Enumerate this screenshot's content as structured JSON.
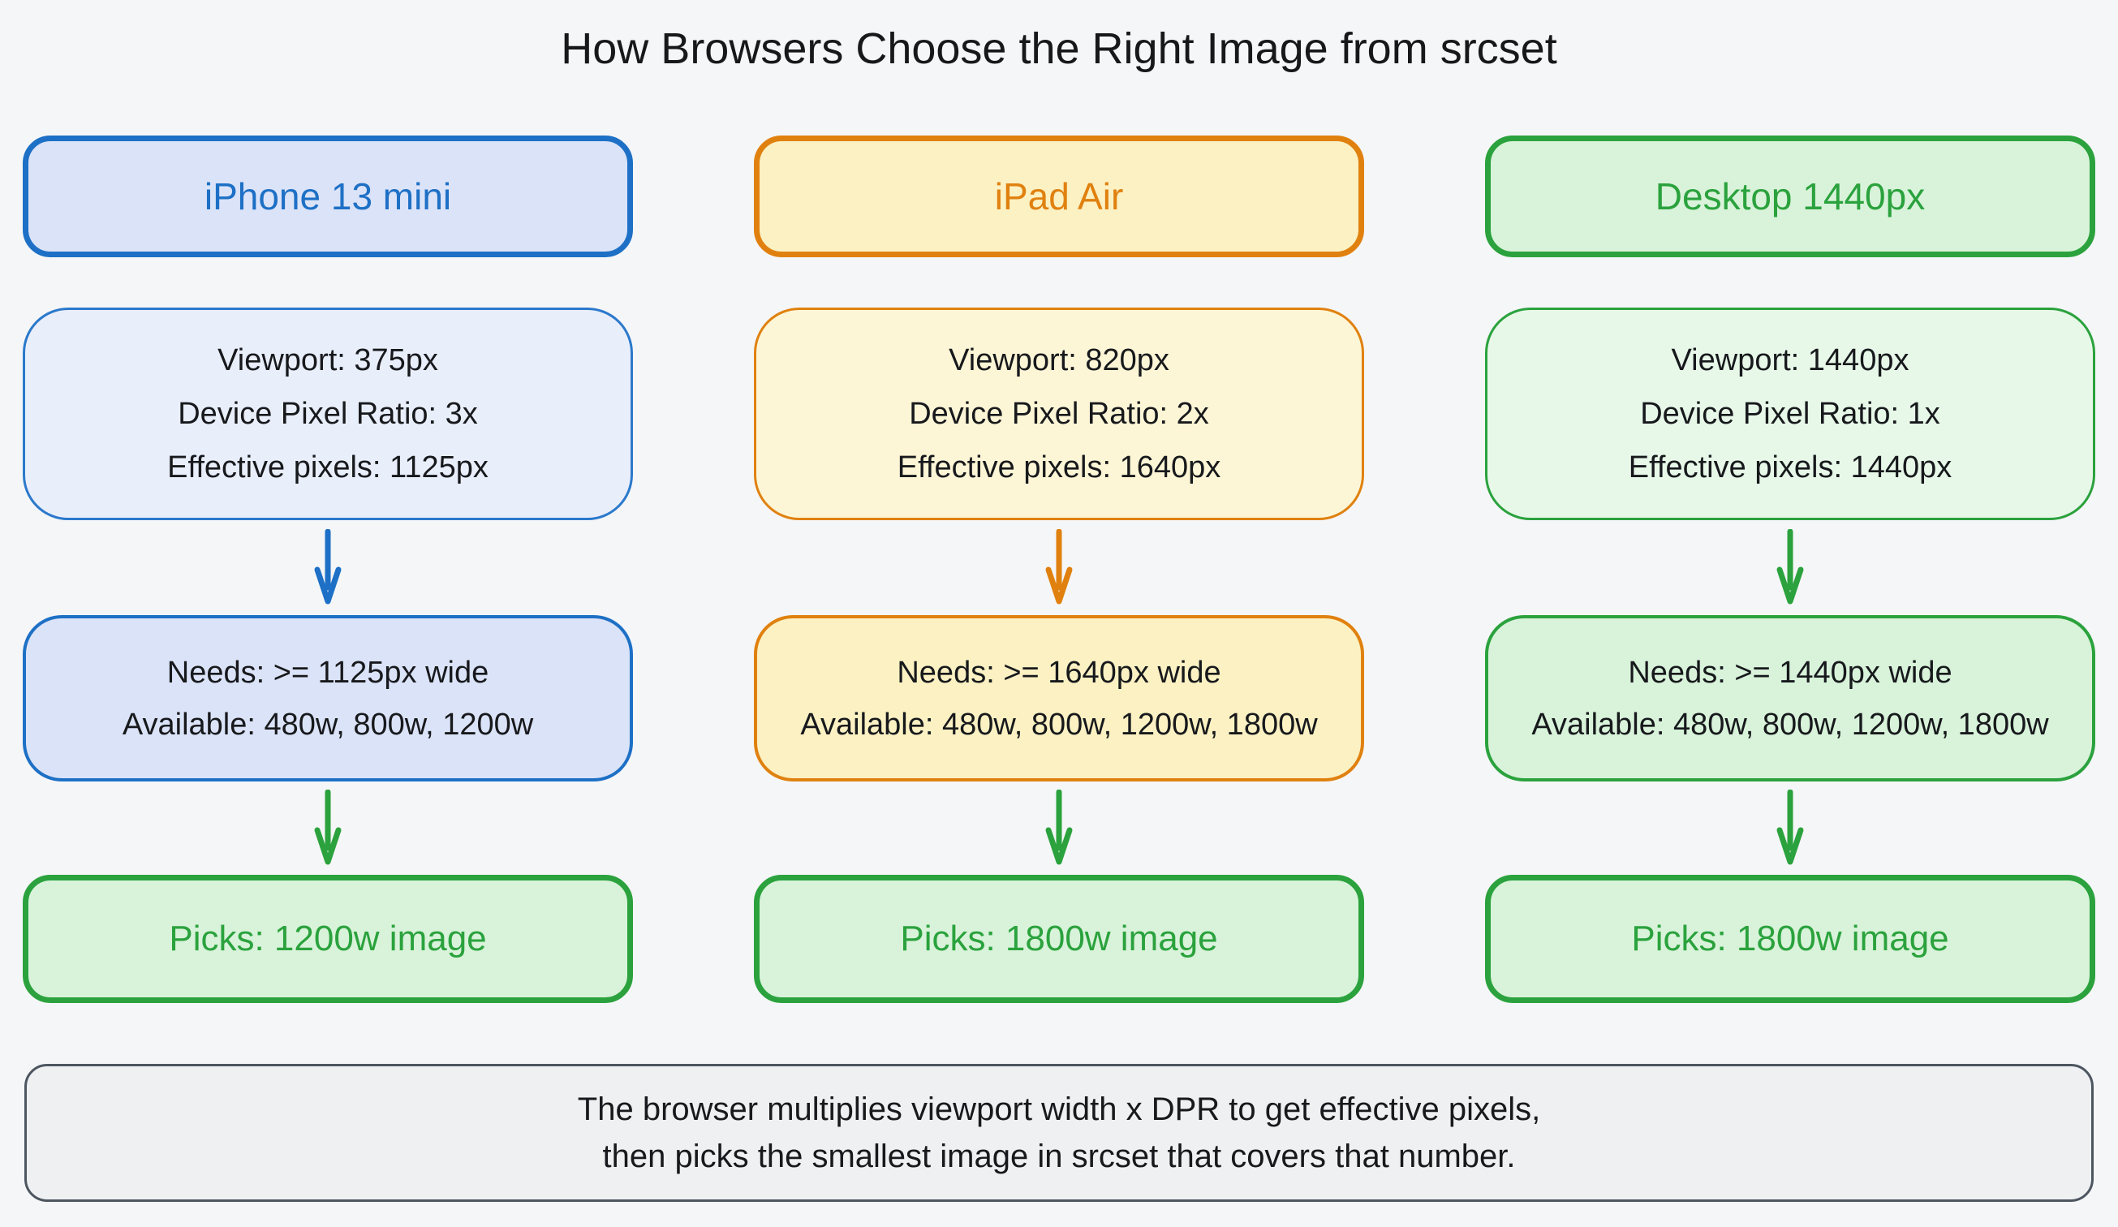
{
  "title": "How Browsers Choose the Right Image from srcset",
  "palette": {
    "background": "#f5f6f8",
    "blue_accent": "#1d70c5",
    "blue_fill": "#dbe3f8",
    "blue_fill_light": "#e9eefb",
    "orange_accent": "#e0810f",
    "orange_fill": "#fcf1c3",
    "orange_fill_light": "#fdf6d6",
    "green_accent": "#2ba23d",
    "green_fill": "#d8f3da",
    "green_fill_light": "#e7f8e9",
    "text_dark": "#17191c",
    "note_border": "#4d5660",
    "note_fill": "#eef0f2"
  },
  "columns": [
    {
      "id": "iphone-13-mini",
      "theme": "blue",
      "header": "iPhone 13 mini",
      "viewport_lines": [
        "Viewport: 375px",
        "Device Pixel Ratio: 3x",
        "Effective pixels: 1125px"
      ],
      "needs_lines": [
        "Needs: >= 1125px wide",
        "Available: 480w, 800w, 1200w"
      ],
      "picks": "Picks: 1200w image"
    },
    {
      "id": "ipad-air",
      "theme": "orange",
      "header": "iPad Air",
      "viewport_lines": [
        "Viewport: 820px",
        "Device Pixel Ratio: 2x",
        "Effective pixels: 1640px"
      ],
      "needs_lines": [
        "Needs: >= 1640px wide",
        "Available: 480w, 800w, 1200w, 1800w"
      ],
      "picks": "Picks: 1800w image"
    },
    {
      "id": "desktop-1440px",
      "theme": "green",
      "header": "Desktop 1440px",
      "viewport_lines": [
        "Viewport: 1440px",
        "Device Pixel Ratio: 1x",
        "Effective pixels: 1440px"
      ],
      "needs_lines": [
        "Needs: >= 1440px wide",
        "Available: 480w, 800w, 1200w, 1800w"
      ],
      "picks": "Picks: 1800w image"
    }
  ],
  "note_lines": [
    "The browser multiplies viewport width x DPR to get effective pixels,",
    "then picks the smallest image in srcset that covers that number."
  ]
}
